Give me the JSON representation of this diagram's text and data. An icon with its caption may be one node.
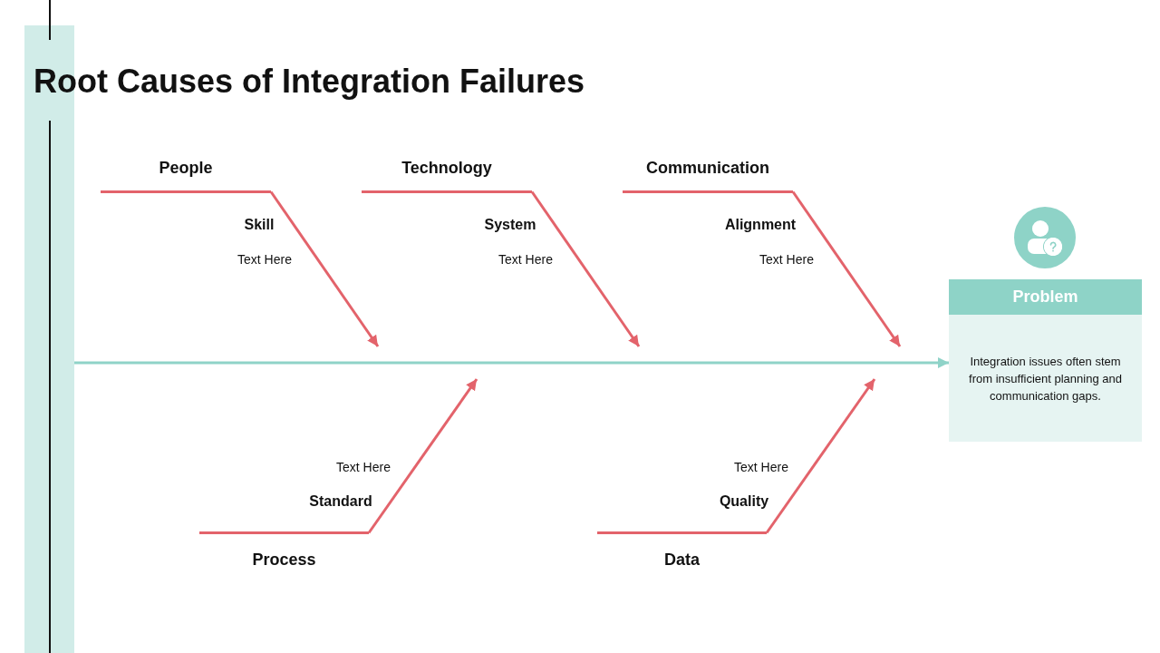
{
  "diagram": {
    "title": "Root Causes of Integration Failures",
    "nodes": [
      {
        "text": [],
        "shape": "bar"
      },
      {
        "text": [
          "People"
        ]
      },
      {
        "text": [
          "Technology"
        ]
      },
      {
        "text": [
          "Communication"
        ]
      },
      {
        "text": [
          "Problem",
          "Integration issues often stem from insufficient planning and communication gaps."
        ]
      },
      {
        "text": [
          "Process"
        ]
      },
      {
        "text": [
          "Data"
        ]
      }
    ],
    "edges": [
      {
        "from": 1,
        "to": null,
        "arrow": "to"
      },
      {
        "from": 2,
        "to": null,
        "arrow": "to"
      },
      {
        "from": 3,
        "to": null,
        "arrow": "to"
      },
      {
        "from": 5,
        "to": null,
        "arrow": "to"
      },
      {
        "from": 6,
        "to": null,
        "arrow": "to"
      },
      {
        "from": 0,
        "to": 4,
        "arrow": "to",
        "color": "#8fd3c8"
      }
    ],
    "labels": [
      "Skill",
      "System",
      "Alignment",
      "Text Here",
      "Text Here",
      "Text Here",
      "Text Here",
      "Text Here",
      "Standard",
      "Quality"
    ]
  }
}
